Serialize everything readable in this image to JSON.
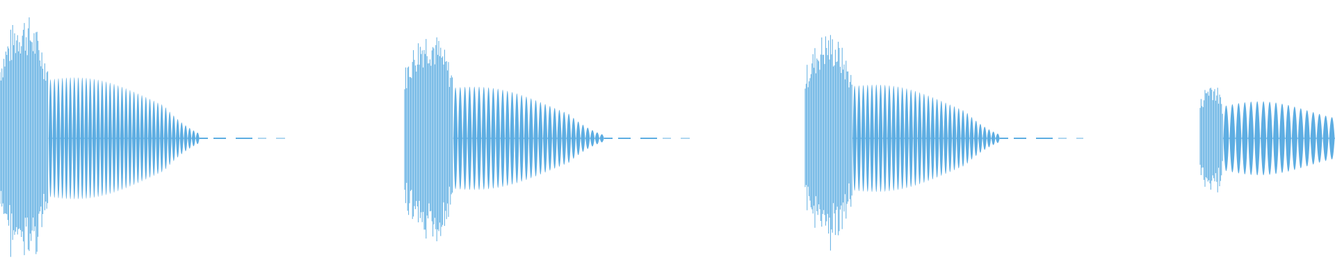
{
  "waveform": {
    "color": "#5DADE2",
    "background": "#ffffff",
    "hits": [
      {
        "peak": 0.98,
        "body": 0.72,
        "ring_cycles": 38,
        "ring_decay": 0.6,
        "has_tail": true
      },
      {
        "peak": 0.86,
        "body": 0.62,
        "ring_cycles": 32,
        "ring_decay": 0.7,
        "has_tail": true
      },
      {
        "peak": 0.84,
        "body": 0.64,
        "ring_cycles": 34,
        "ring_decay": 0.65,
        "has_tail": true
      },
      {
        "peak": 0.46,
        "body": 0.4,
        "ring_cycles": 18,
        "ring_decay": 0.25,
        "has_tail": false
      }
    ]
  }
}
